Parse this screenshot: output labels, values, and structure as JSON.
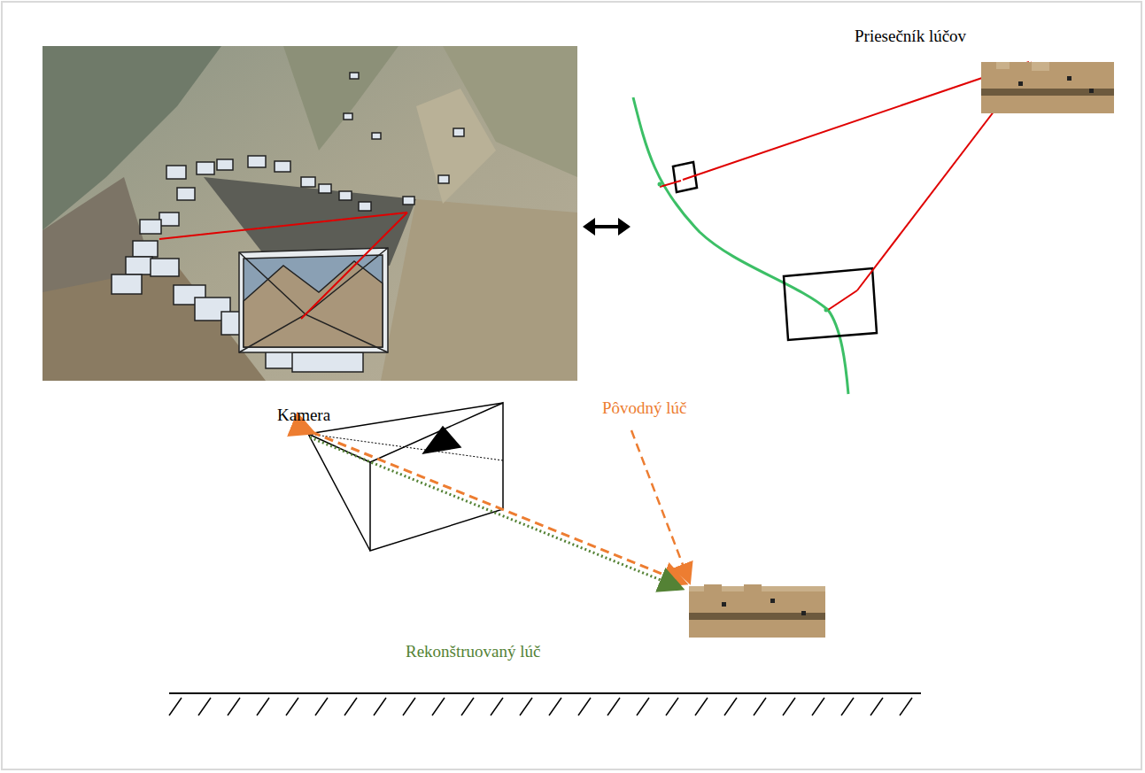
{
  "diagram": {
    "labels": [
      "Priesečník lúčov",
      "Kamera",
      "Pôvodný lúč",
      "Rekonštruovaný lúč"
    ]
  }
}
